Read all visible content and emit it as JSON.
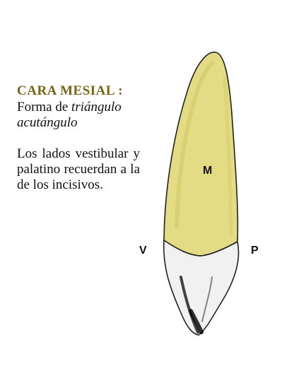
{
  "heading": "CARA MESIAL :",
  "line1_plain": "Forma de ",
  "line1_italic": "triángulo",
  "line2_italic": "acutángulo",
  "paragraph": "Los lados vestibular y palatino recuerdan a la de los incisivos.",
  "labels": {
    "mesial": "M",
    "vestibular": "V",
    "palatino": "P"
  },
  "colors": {
    "heading": "#7a6413",
    "root": "#e3dc84",
    "crown": "#f1f1f1"
  }
}
